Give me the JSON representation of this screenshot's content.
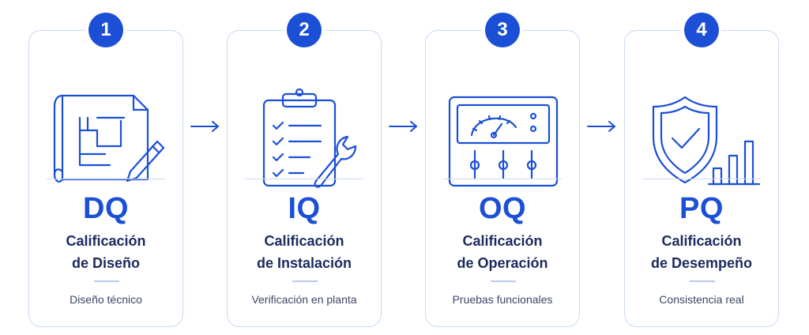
{
  "colors": {
    "accent": "#1a4fd6",
    "border": "#c9d9f5",
    "text": "#1a2a5c"
  },
  "steps": [
    {
      "number": "1",
      "code": "DQ",
      "name_line1": "Calificación",
      "name_line2": "de Diseño",
      "tagline": "Diseño técnico",
      "icon": "blueprint-pencil-icon"
    },
    {
      "number": "2",
      "code": "IQ",
      "name_line1": "Calificación",
      "name_line2": "de Instalación",
      "tagline": "Verificación en planta",
      "icon": "clipboard-wrench-icon"
    },
    {
      "number": "3",
      "code": "OQ",
      "name_line1": "Calificación",
      "name_line2": "de Operación",
      "tagline": "Pruebas funcionales",
      "icon": "control-panel-gauge-icon"
    },
    {
      "number": "4",
      "code": "PQ",
      "name_line1": "Calificación",
      "name_line2": "de Desempeño",
      "tagline": "Consistencia real",
      "icon": "shield-check-chart-icon"
    }
  ],
  "connectors": [
    {
      "icon": "arrow-right-icon"
    },
    {
      "icon": "arrow-right-icon"
    },
    {
      "icon": "arrow-right-icon"
    }
  ]
}
